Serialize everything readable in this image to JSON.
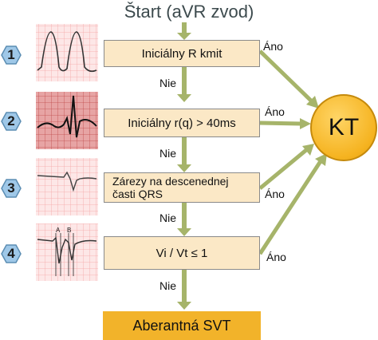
{
  "title": "Štart (aVR zvod)",
  "steps": [
    {
      "number": "1",
      "label": "Iniciálny R kmit",
      "yes": "Áno",
      "no": "Nie"
    },
    {
      "number": "2",
      "label": "Iniciálny r(q) > 40ms",
      "yes": "Áno",
      "no": "Nie"
    },
    {
      "number": "3",
      "label_line1": "Zárezy na descenednej",
      "label_line2": "časti QRS",
      "yes": "Áno",
      "no": "Nie"
    },
    {
      "number": "4",
      "label": "Vi / Vt ≤ 1",
      "yes": "Áno",
      "no": "Nie"
    }
  ],
  "ecg4_marks": {
    "a": "A",
    "b": "B"
  },
  "result_yes": "KT",
  "result_no": "Aberantná SVT",
  "colors": {
    "box_fill": "#fbe8c6",
    "arrow": "#a6b46a",
    "hexagon": "#9fc8e8",
    "kt_fill": "#f5b320",
    "final_fill": "#f2b32a",
    "ecg_grid": "#f3a6a6",
    "ecg_bg": "#fde7e7"
  }
}
